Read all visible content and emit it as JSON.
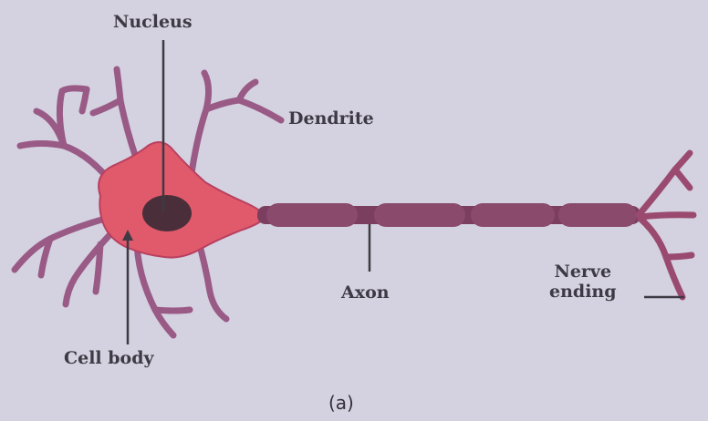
{
  "labels": {
    "nucleus": "Nucleus",
    "dendrite": "Dendrite",
    "axon": "Axon",
    "nerve_ending_line1": "Nerve",
    "nerve_ending_line2": "ending",
    "cell_body": "Cell body"
  },
  "caption": "(a)",
  "colors": {
    "background": "#d4d1e0",
    "cell_body": "#e05a6b",
    "dendrite": "#9a5a86",
    "axon": "#7c3e5e",
    "nucleus": "#4a2f3a",
    "pointer": "#3d3a44"
  }
}
